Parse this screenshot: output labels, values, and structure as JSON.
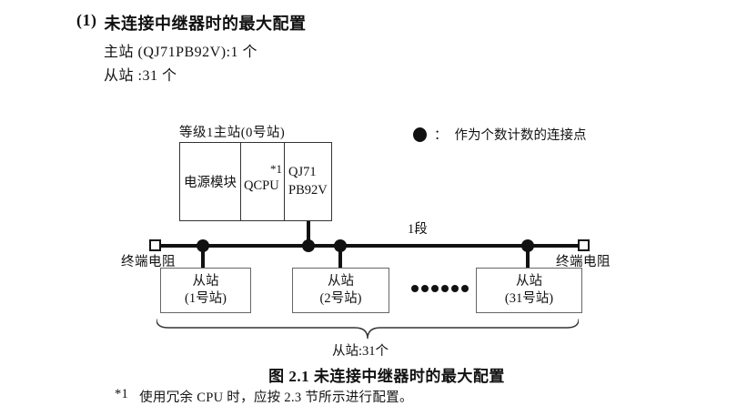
{
  "page": {
    "heading": {
      "index": "(1)",
      "title": "未连接中继器时的最大配置"
    },
    "spec_master": "主站 (QJ71PB92V):1 个",
    "spec_slave": "从站 :31 个"
  },
  "legend": {
    "separator": "：",
    "label": "作为个数计数的连接点"
  },
  "diagram": {
    "master": {
      "label": "等级1主站(0号站)",
      "modules": {
        "power": "电源模块",
        "cpu": "QCPU",
        "cpu_note": "*1",
        "network_line1": "QJ71",
        "network_line2": "PB92V"
      }
    },
    "segment_label": "1段",
    "terminator_left": "终端电阻",
    "terminator_right": "终端电阻",
    "slaves": [
      {
        "line1": "从站",
        "line2": "(1号站)"
      },
      {
        "line1": "从站",
        "line2": "(2号站)"
      },
      {
        "line1": "从站",
        "line2": "(31号站)"
      }
    ],
    "slave_count_label": "从站:31个"
  },
  "caption": "图 2.1 未连接中继器时的最大配置",
  "footnote": {
    "marker": "*1",
    "text": "使用冗余 CPU 时，应按 2.3 节所示进行配置。"
  },
  "colors": {
    "ink": "#111111",
    "master_border": "#333333",
    "slave_border": "#666666"
  }
}
